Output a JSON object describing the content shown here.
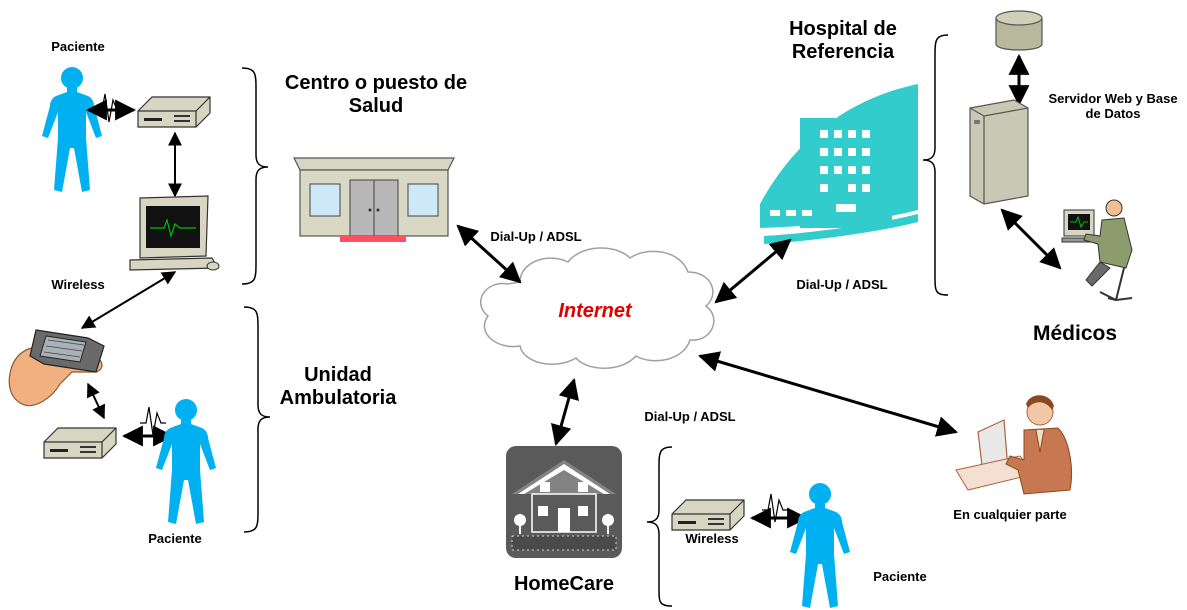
{
  "nodes": {
    "centro": "Centro o puesto de Salud",
    "unidad": "Unidad Ambulatoria",
    "hospital": "Hospital de Referencia",
    "servidor": "Servidor Web y Base de Datos",
    "medicos": "Médicos",
    "internet": "Internet",
    "homecare": "HomeCare",
    "cualquier_parte": "En cualquier parte"
  },
  "labels": {
    "paciente_top": "Paciente",
    "paciente_left_bottom": "Paciente",
    "paciente_homecare": "Paciente",
    "wireless_left": "Wireless",
    "wireless_homecare": "Wireless"
  },
  "links": {
    "centro_internet": "Dial-Up / ADSL",
    "hospital_internet": "Dial-Up / ADSL",
    "homecare_internet": "Dial-Up / ADSL"
  },
  "colors": {
    "patient": "#00b0f0",
    "hospital": "#33cccc",
    "internet_text": "#e00000",
    "house": "#5a5a5a",
    "device": "#b8b8a0",
    "server": "#c8c8b4",
    "cloud": "#ffffff"
  }
}
